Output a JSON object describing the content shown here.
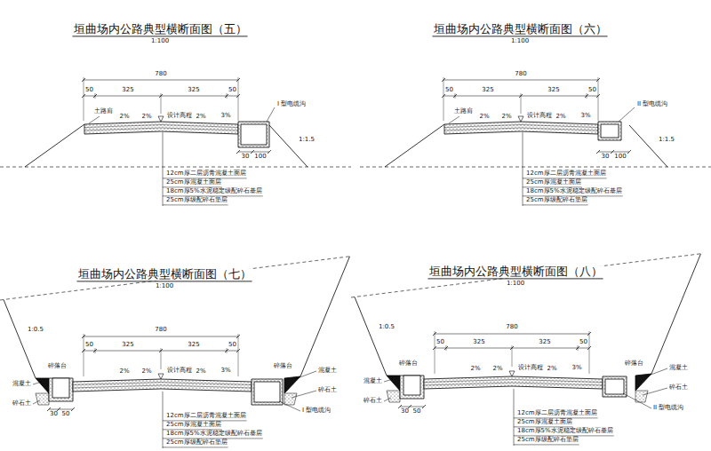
{
  "diagram": {
    "labels": [
      "垣曲场内公路典型横断面图（五）",
      "1:100",
      "780",
      "50",
      "325",
      "325",
      "50",
      "土路肩",
      "2%",
      "2%",
      "设计高程",
      "2%",
      "3%",
      "I 型电缆沟",
      "1:1.5",
      "30",
      "100",
      "12cm厚二层沥青混凝土面层",
      "25cm厚混凝土面层",
      "18cm厚5%水泥稳定级配碎石基层",
      "25cm厚级配碎石垫层",
      "垣曲场内公路典型横断面图（六）",
      "1:100",
      "780",
      "50",
      "325",
      "325",
      "50",
      "土路肩",
      "2%",
      "2%",
      "设计高程",
      "2%",
      "3%",
      "II 型电缆沟",
      "1:1.5",
      "30",
      "100",
      "12cm厚二层沥青混凝土面层",
      "25cm厚混凝土面层",
      "18cm厚5%水泥稳定级配碎石基层",
      "25cm厚级配碎石垫层",
      "垣曲场内公路典型横断面图（七）",
      "1:100",
      "780",
      "50",
      "325",
      "325",
      "50",
      "碎落台",
      "碎落台",
      "2%",
      "2%",
      "设计高程",
      "2%",
      "3%",
      "混凝土",
      "碎石土",
      "混凝土",
      "碎石土",
      "I 型电缆沟",
      "1:0.5",
      "30",
      "50",
      "12cm厚二层沥青混凝土面层",
      "25cm厚混凝土面层",
      "18cm厚5%水泥稳定级配碎石基层",
      "25cm厚级配碎石垫层",
      "垣曲场内公路典型横断面图（八）",
      "1:100",
      "780",
      "50",
      "325",
      "325",
      "50",
      "碎落台",
      "碎落台",
      "2%",
      "2%",
      "设计高程",
      "2%",
      "3%",
      "混凝土",
      "碎石土",
      "混凝土",
      "碎石土",
      "II 型电缆沟",
      "1:0.5",
      "30",
      "50",
      "12cm厚二层沥青混凝土面层",
      "25cm厚混凝土面层",
      "18cm厚5%水泥稳定级配碎石基层",
      "25cm厚级配碎石垫层"
    ]
  }
}
